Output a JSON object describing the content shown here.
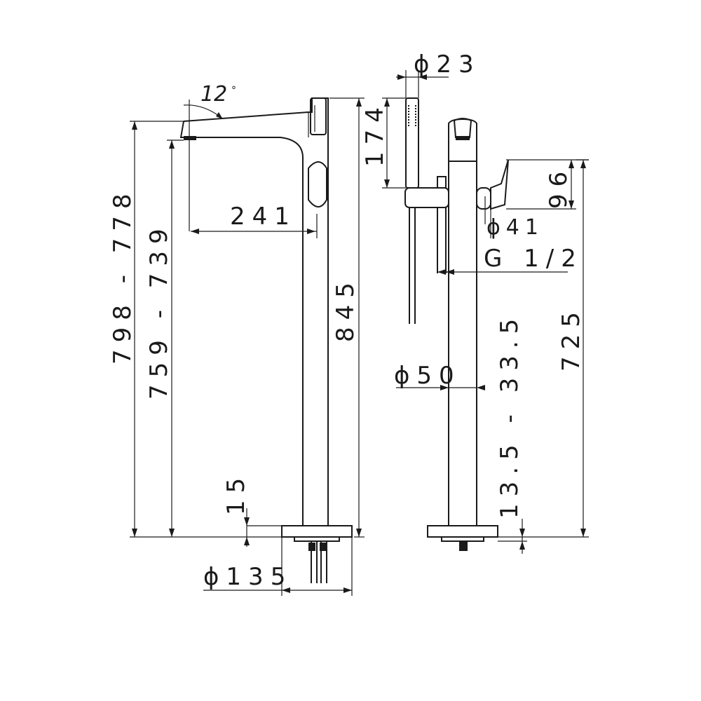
{
  "drawing": {
    "dimensions": {
      "angle": "12",
      "angle_unit": "°",
      "spout_reach": "241",
      "total_height": "845",
      "outlet_height_range_1": "798 - 778",
      "outlet_height_range_2": "759 - 739",
      "base_thickness": "15",
      "base_diameter": "ϕ135",
      "hand_shower_diameter": "ϕ23",
      "hand_shower_length": "174",
      "handle_height": "96",
      "handle_diameter": "ϕ41",
      "connection_thread": "G 1/2",
      "column_diameter": "ϕ50",
      "floor_adjust_range": "13.5 - 33.5",
      "body_height": "725"
    }
  }
}
